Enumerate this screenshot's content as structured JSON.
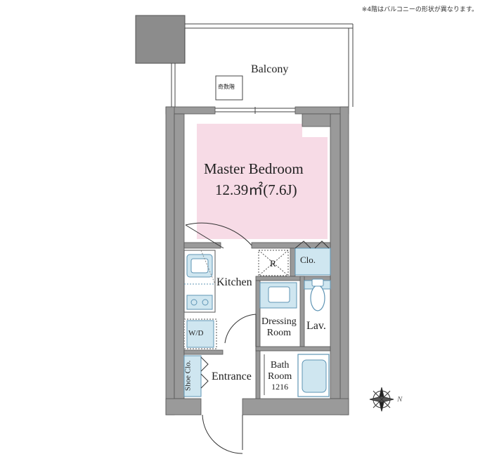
{
  "note": "※4階はバルコニーの形状が異なります。",
  "rooms": {
    "balcony": "Balcony",
    "hatch": "奇数階",
    "master_bedroom": "Master Bedroom",
    "master_bedroom_area": "12.39㎡(7.6J)",
    "clo": "Clo.",
    "r": "R",
    "kitchen": "Kitchen",
    "wd": "W/D",
    "dressing": "Dressing",
    "dressing_room": "Room",
    "lav": "Lav.",
    "entrance": "Entrance",
    "shoe_clo": "Shoe Clo.",
    "bath": "Bath",
    "bath_room": "Room",
    "bath_size": "1216"
  },
  "compass_label": "N",
  "colors": {
    "wall": "#9a9a9a",
    "bedroom_fill": "#f7dbe6",
    "fixture_fill": "#cfe6f0",
    "fixture_stroke": "#5f95b5",
    "line": "#333333"
  }
}
